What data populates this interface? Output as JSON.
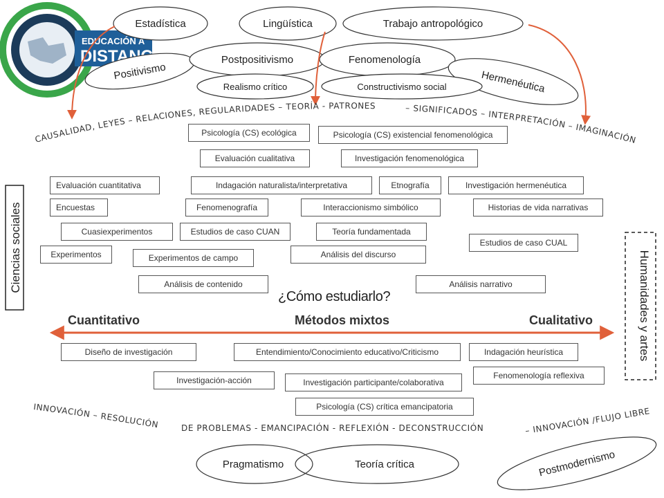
{
  "logo": {
    "line1": "EDUCACIÓN A",
    "line2": "DISTANCIA"
  },
  "colors": {
    "arrow": "#e0603a",
    "logo_blue": "#1f5f99",
    "logo_green": "#3aa64a",
    "logo_dark": "#1c3b5a"
  },
  "paradigms": {
    "estadistica": "Estadística",
    "linguistica": "Lingüística",
    "trabajo": "Trabajo antropológico",
    "positivismo": "Positivismo",
    "postpositivismo": "Postpositivismo",
    "fenomenologia": "Fenomenología",
    "hermeneutica": "Hermenéutica",
    "realismo": "Realismo crítico",
    "constructivismo": "Constructivismo social",
    "pragmatismo": "Pragmatismo",
    "teoria_critica": "Teoría crítica",
    "postmodernismo": "Postmodernismo"
  },
  "top_arc": {
    "left": "CAUSALIDAD, LEYES – RELACIONES, REGULARIDADES – TEORÍA - PATRONES",
    "right": "– SIGNIFICADOS – INTERPRETACIÓN – IMAGINACIÓN"
  },
  "bottom_arc": {
    "left": "INNOVACIÓN – RESOLUCIÓN",
    "middle": "DE PROBLEMAS - EMANCIPACIÓN - REFLEXIÓN - DECONSTRUCCIÓN",
    "right": "– INNOVACIÓN /FLUJO LIBRE"
  },
  "methods_top": {
    "psico_ecologica": "Psicología (CS) ecológica",
    "psico_existencial": "Psicología (CS) existencial fenomenológica",
    "eval_cualitativa": "Evaluación cualitativa",
    "inv_fenomenologica": "Investigación fenomenológica",
    "eval_cuantitativa": "Evaluación cuantitativa",
    "indagacion_naturalista": "Indagación naturalista/interpretativa",
    "etnografia": "Etnografía",
    "inv_hermeneutica": "Investigación hermenéutica",
    "encuestas": "Encuestas",
    "fenomenografia": "Fenomenografía",
    "interaccionismo": "Interaccionismo simbólico",
    "historias": "Historias de vida narrativas",
    "cuasiexperimentos": "Cuasiexperimentos",
    "casos_cuan": "Estudios de caso CUAN",
    "teoria_fundamentada": "Teoría fundamentada",
    "casos_cual": "Estudios de caso CUAL",
    "experimentos": "Experimentos",
    "experimentos_campo": "Experimentos de campo",
    "analisis_discurso": "Análisis del discurso",
    "analisis_contenido": "Análisis de contenido",
    "analisis_narrativo": "Análisis narrativo"
  },
  "question": "¿Cómo estudiarlo?",
  "axis": {
    "left": "Cuantitativo",
    "middle": "Métodos mixtos",
    "right": "Cualitativo"
  },
  "methods_bottom": {
    "diseno": "Diseño de investigación",
    "entendimiento": "Entendimiento/Conocimiento educativo/Criticismo",
    "indagacion_heuristica": "Indagación heurística",
    "inv_accion": "Investigación-acción",
    "inv_participante": "Investigación participante/colaborativa",
    "fenomenologia_reflexiva": "Fenomenología reflexiva",
    "psico_critica": "Psicología (CS) crítica emancipatoria"
  },
  "sides": {
    "left": "Ciencias sociales",
    "right": "Humanidades y artes"
  }
}
